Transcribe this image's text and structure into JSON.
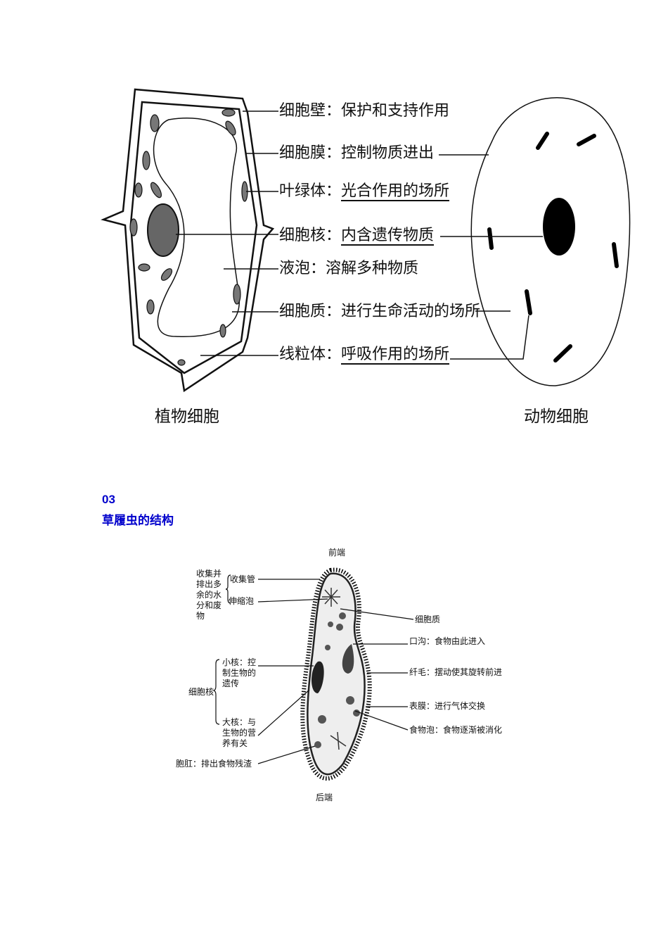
{
  "cell_diagram": {
    "labels": [
      {
        "name": "细胞壁",
        "desc": "保护和支持作用"
      },
      {
        "name": "细胞膜",
        "desc": "控制物质进出"
      },
      {
        "name": "叶绿体",
        "desc": "光合作用的场所"
      },
      {
        "name": "细胞核",
        "desc": "内含遗传物质"
      },
      {
        "name": "液泡",
        "desc": "溶解多种物质"
      },
      {
        "name": "细胞质",
        "desc": "进行生命活动的场所"
      },
      {
        "name": "线粒体",
        "desc": "呼吸作用的场所"
      }
    ],
    "separator": "：",
    "plant_caption": "植物细胞",
    "animal_caption": "动物细胞"
  },
  "section": {
    "number": "03",
    "title": "草履虫的结构"
  },
  "paramecium": {
    "front": "前端",
    "back": "后端",
    "group_water": "收集并排出多余的水分和废物",
    "collect_tube": "收集管",
    "contractile_vacuole": "伸缩泡",
    "nucleus_group": "细胞核",
    "micronucleus": "小核：控制生物的遗传",
    "macronucleus": "大核：与生物的营养有关",
    "anal_pore": "胞肛：排出食物残渣",
    "cytoplasm": "细胞质",
    "oral_groove": "口沟：食物由此进入",
    "cilia": "纤毛：摆动使其旋转前进",
    "pellicle": "表膜：进行气体交换",
    "food_vacuole": "食物泡：食物逐渐被消化"
  }
}
